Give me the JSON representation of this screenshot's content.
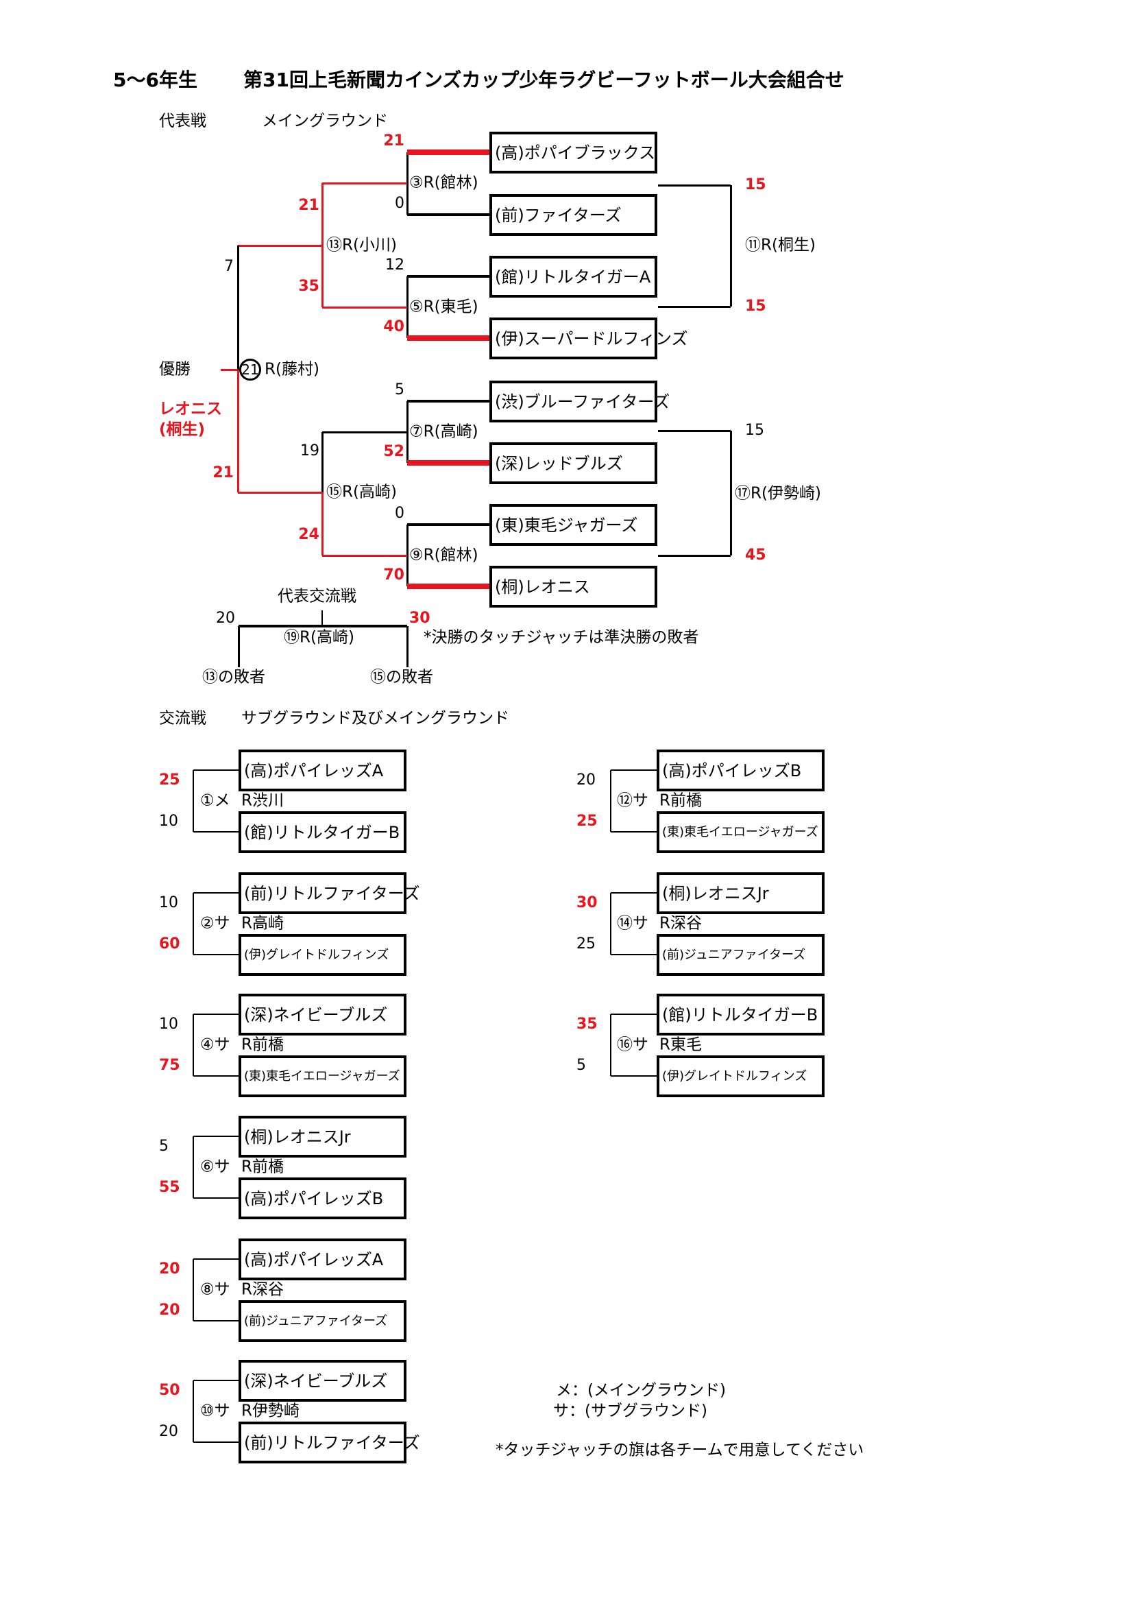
{
  "header": {
    "grade": "5～6年生",
    "title": "第31回上毛新聞カインズカップ少年ラグビーフットボール大会組合せ"
  },
  "main_section": {
    "label": "代表戦",
    "ground": "メイングラウンド"
  },
  "main_teams": [
    "(高)ポパイブラックス",
    "(前)ファイターズ",
    "(館)リトルタイガーA",
    "(伊)スーパードルフィンズ",
    "(渋)ブルーファイターズ",
    "(深)レッドブルズ",
    "(東)東毛ジャガーズ",
    "(桐)レオニス"
  ],
  "main_matches": {
    "m3": {
      "label": "③R(館林)",
      "scores": [
        "21",
        "0"
      ]
    },
    "m5": {
      "label": "⑤R(東毛)",
      "scores": [
        "12",
        "40"
      ]
    },
    "m7": {
      "label": "⑦R(高崎)",
      "scores": [
        "5",
        "52"
      ]
    },
    "m9": {
      "label": "⑨R(館林)",
      "scores": [
        "0",
        "70"
      ]
    },
    "m13": {
      "label": "⑬R(小川)",
      "scores": [
        "21",
        "35"
      ]
    },
    "m15": {
      "label": "⑮R(高崎)",
      "scores": [
        "19",
        "24"
      ]
    },
    "m11": {
      "label": "⑪R(桐生)",
      "scores": [
        "15",
        "15"
      ]
    },
    "m17": {
      "label": "⑰R(伊勢崎)",
      "scores": [
        "15",
        "45"
      ]
    },
    "final": {
      "number": "21",
      "referee": "R(藤村)",
      "scores": [
        "7",
        "21"
      ]
    }
  },
  "champion": {
    "label": "優勝",
    "team": "レオニス",
    "city": "(桐生)"
  },
  "rep_exchange": {
    "title": "代表交流戦",
    "label": "⑲R(高崎)",
    "scores": [
      "20",
      "30"
    ],
    "left": "⑬の敗者",
    "right": "⑮の敗者",
    "note": "*決勝のタッチジャッチは準決勝の敗者"
  },
  "exchange_section": {
    "label": "交流戦",
    "ground": "サブグラウンド及びメイングラウンド"
  },
  "exchange_left": [
    {
      "code": "①メ",
      "ref": "R渋川",
      "teams": [
        "(高)ポパイレッズA",
        "(館)リトルタイガーB"
      ],
      "scores": [
        "25",
        "10"
      ],
      "win": [
        true,
        false
      ]
    },
    {
      "code": "②サ",
      "ref": "R高崎",
      "teams": [
        "(前)リトルファイターズ",
        "(伊)グレイトドルフィンズ"
      ],
      "scores": [
        "10",
        "60"
      ],
      "win": [
        false,
        true
      ]
    },
    {
      "code": "④サ",
      "ref": "R前橋",
      "teams": [
        "(深)ネイビーブルズ",
        "(東)東毛イエロージャガーズ"
      ],
      "scores": [
        "10",
        "75"
      ],
      "win": [
        false,
        true
      ]
    },
    {
      "code": "⑥サ",
      "ref": "R前橋",
      "teams": [
        "(桐)レオニスJr",
        "(高)ポパイレッズB"
      ],
      "scores": [
        "5",
        "55"
      ],
      "win": [
        false,
        true
      ]
    },
    {
      "code": "⑧サ",
      "ref": "R深谷",
      "teams": [
        "(高)ポパイレッズA",
        "(前)ジュニアファイターズ"
      ],
      "scores": [
        "20",
        "20"
      ],
      "win": [
        true,
        true
      ]
    },
    {
      "code": "⑩サ",
      "ref": "R伊勢崎",
      "teams": [
        "(深)ネイビーブルズ",
        "(前)リトルファイターズ"
      ],
      "scores": [
        "50",
        "20"
      ],
      "win": [
        true,
        false
      ]
    }
  ],
  "exchange_right": [
    {
      "code": "⑫サ",
      "ref": "R前橋",
      "teams": [
        "(高)ポパイレッズB",
        "(東)東毛イエロージャガーズ"
      ],
      "scores": [
        "20",
        "25"
      ],
      "win": [
        false,
        true
      ]
    },
    {
      "code": "⑭サ",
      "ref": "R深谷",
      "teams": [
        "(桐)レオニスJr",
        "(前)ジュニアファイターズ"
      ],
      "scores": [
        "30",
        "25"
      ],
      "win": [
        true,
        false
      ]
    },
    {
      "code": "⑯サ",
      "ref": "R東毛",
      "teams": [
        "(館)リトルタイガーB",
        "(伊)グレイトドルフィンズ"
      ],
      "scores": [
        "35",
        "5"
      ],
      "win": [
        true,
        false
      ]
    }
  ],
  "legend": {
    "main": "メ：(メイングラウンド)",
    "sub": "サ：(サブグラウンド)",
    "note": "*タッチジャッチの旗は各チームで用意してください"
  },
  "colors": {
    "winner": "#e8141e",
    "line": "#000000"
  }
}
